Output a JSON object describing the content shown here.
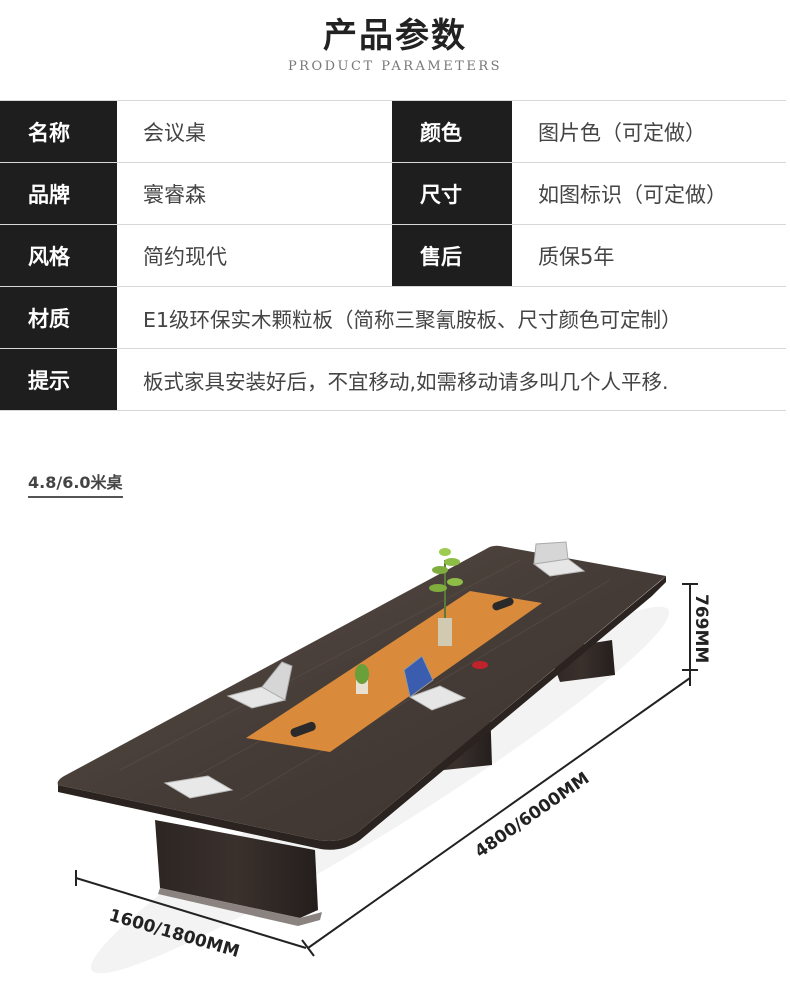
{
  "header": {
    "title": "产品参数",
    "subtitle": "PRODUCT PARAMETERS"
  },
  "params": {
    "name_key": "名称",
    "name_val": "会议桌",
    "color_key": "颜色",
    "color_val": "图片色（可定做）",
    "brand_key": "品牌",
    "brand_val": "寰睿森",
    "size_key": "尺寸",
    "size_val": "如图标识（可定做）",
    "style_key": "风格",
    "style_val": "简约现代",
    "after_key": "售后",
    "after_val": "质保5年",
    "material_key": "材质",
    "material_val": "E1级环保实木颗粒板（简称三聚氰胺板、尺寸颜色可定制）",
    "tip_key": "提示",
    "tip_val": "板式家具安装好后，不宜移动,如需移动请多叫几个人平移."
  },
  "size_section": {
    "label": "4.8/6.0米桌",
    "dim_height": "769MM",
    "dim_length": "4800/6000MM",
    "dim_width": "1600/1800MM"
  },
  "colors": {
    "key_bg": "#1e1e1e",
    "table_top": "#4a3f3a",
    "center_strip": "#d98a3a"
  }
}
